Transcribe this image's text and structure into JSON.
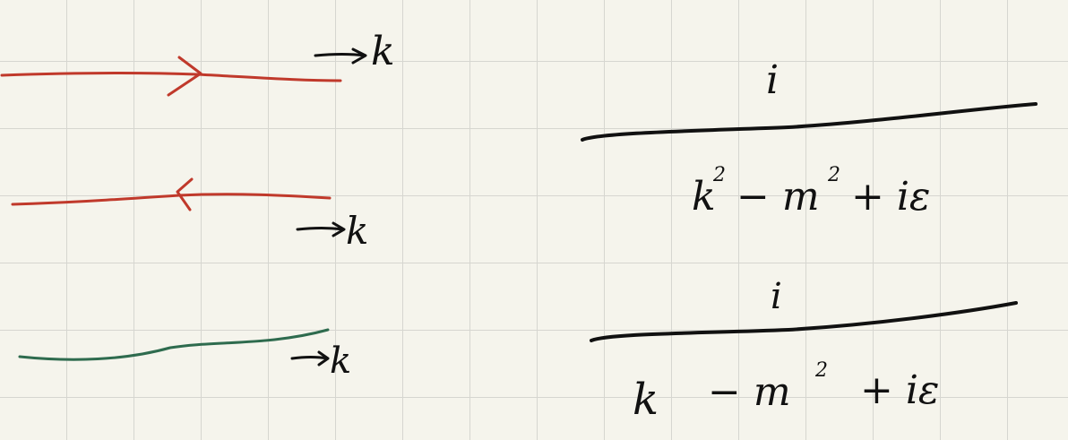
{
  "colors": {
    "paper": "#f5f4ec",
    "grid": "#d6d6d0",
    "ink": "#111111",
    "fermion_line": "#c0392b",
    "scalar_line": "#2e6b4e"
  },
  "propagator_lines": [
    {
      "line_label": "k",
      "arrow": "right",
      "color": "red"
    },
    {
      "line_label": "k",
      "arrow": "left",
      "color": "red"
    },
    {
      "line_label": "k",
      "arrow": "none",
      "color": "green"
    }
  ],
  "expressions": [
    {
      "numerator": "i",
      "denominator_k": "k",
      "denominator_k_power": "2",
      "denominator_rest": "− m",
      "denominator_rest_power": "2",
      "denominator_tail": "+ iε"
    },
    {
      "numerator": "i",
      "denominator_k": "k",
      "denominator_k_power": "",
      "denominator_rest": "− m",
      "denominator_rest_power": "2",
      "denominator_tail": "+ iε"
    }
  ]
}
